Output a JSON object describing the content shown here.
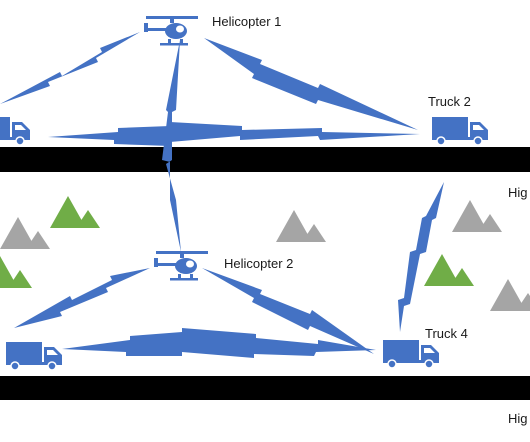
{
  "labels": {
    "helicopter_1": "Helicopter 1",
    "truck_2": "Truck 2",
    "helicopter_2": "Helicopter 2",
    "truck_4": "Truck 4",
    "highway_upper": "Hig",
    "highway_lower": "Hig"
  },
  "colors": {
    "link_blue": "#4472c4",
    "vehicle_blue": "#4472c4",
    "road_black": "#000000",
    "mountain_gray": "#a5a5a5",
    "mountain_green": "#70ad47"
  },
  "icons": [
    "helicopter-icon",
    "truck-icon",
    "mountain-icon",
    "wireless-link"
  ]
}
